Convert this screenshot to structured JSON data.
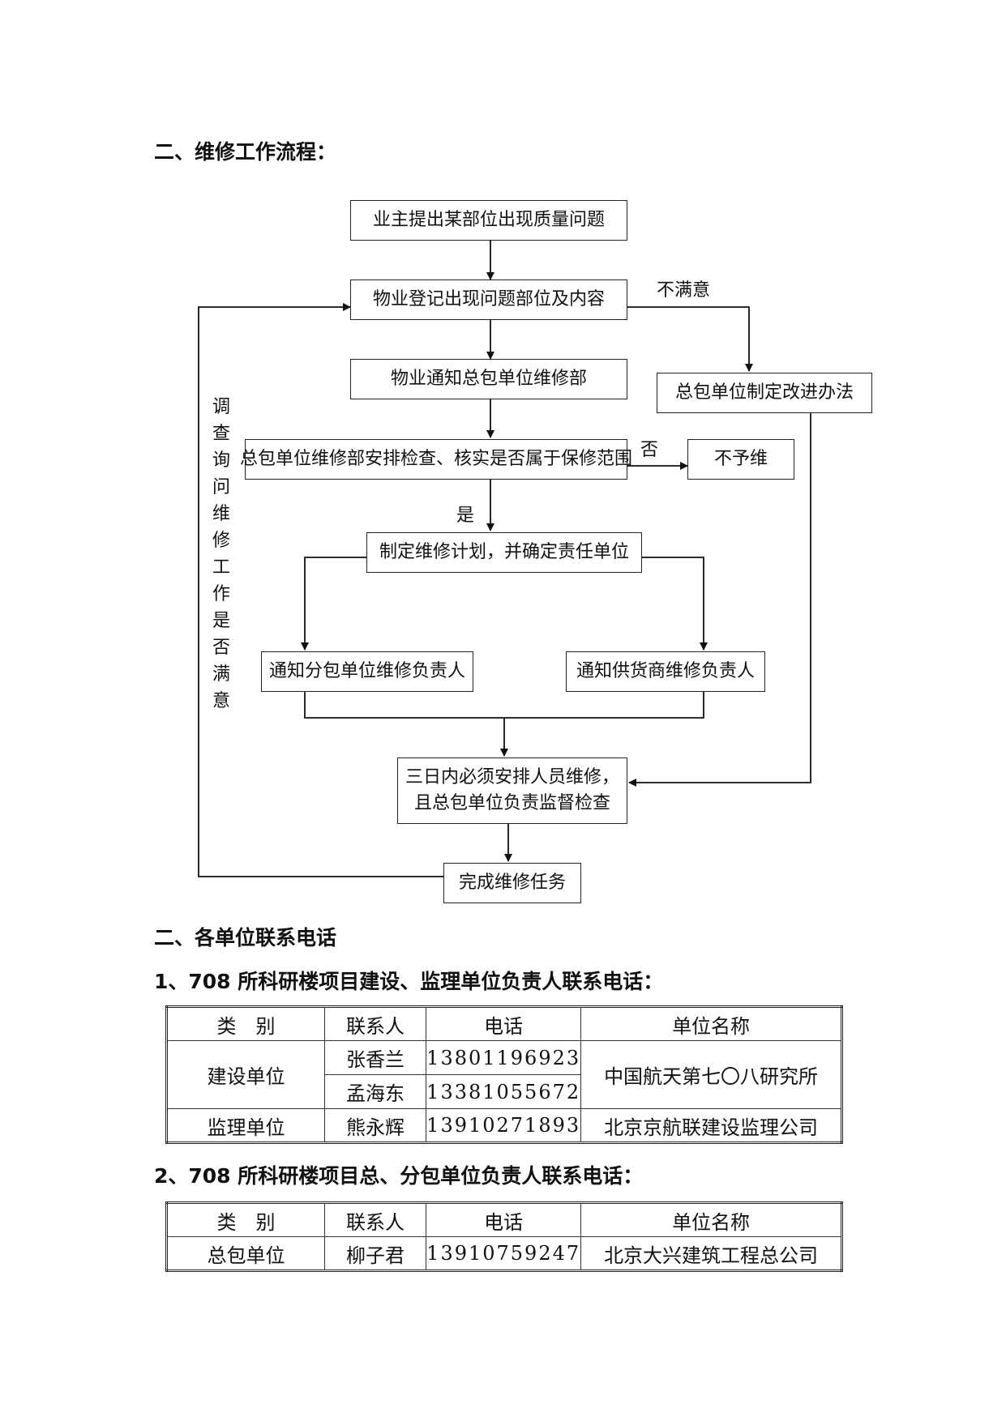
{
  "section1": {
    "title": "二、维修工作流程："
  },
  "flow": {
    "n1": "业主提出某部位出现质量问题",
    "n2": "物业登记出现问题部位及内容",
    "n3": "物业通知总包单位维修部",
    "n4": "总包单位制定改进办法",
    "n5": "总包单位维修部安排检查、核实是否属于保修范围",
    "n6": "不予维",
    "n7": "制定维修计划，并确定责任单位",
    "n8": "通知分包单位维修负责人",
    "n9": "通知供货商维修负责人",
    "n10_line1": "三日内必须安排人员维修，",
    "n10_line2": "且总包单位负责监督检查",
    "n11": "完成维修任务",
    "label_unsatisfied": "不满意",
    "label_no": "否",
    "label_yes": "是",
    "feedback_chars": [
      "调",
      "查",
      "询",
      "问",
      "维",
      "修",
      "工",
      "作",
      "是",
      "否",
      "满",
      "意"
    ]
  },
  "section2": {
    "title": "二、各单位联系电话"
  },
  "table1": {
    "title": "1、708 所科研楼项目建设、监理单位负责人联系电话：",
    "headers": [
      "类　别",
      "联系人",
      "电话",
      "单位名称"
    ],
    "rows": [
      {
        "category": "建设单位",
        "contact": "张香兰",
        "phone": "13801196923",
        "company": "中国航天第七〇八研究所"
      },
      {
        "contact": "孟海东",
        "phone": "13381055672"
      },
      {
        "category": "监理单位",
        "contact": "熊永辉",
        "phone": "13910271893",
        "company": "北京京航联建设监理公司"
      }
    ]
  },
  "table2": {
    "title": "2、708 所科研楼项目总、分包单位负责人联系电话：",
    "headers": [
      "类　别",
      "联系人",
      "电话",
      "单位名称"
    ],
    "rows": [
      {
        "category": "总包单位",
        "contact": "柳子君",
        "phone": "13910759247",
        "company": "北京大兴建筑工程总公司"
      }
    ]
  }
}
